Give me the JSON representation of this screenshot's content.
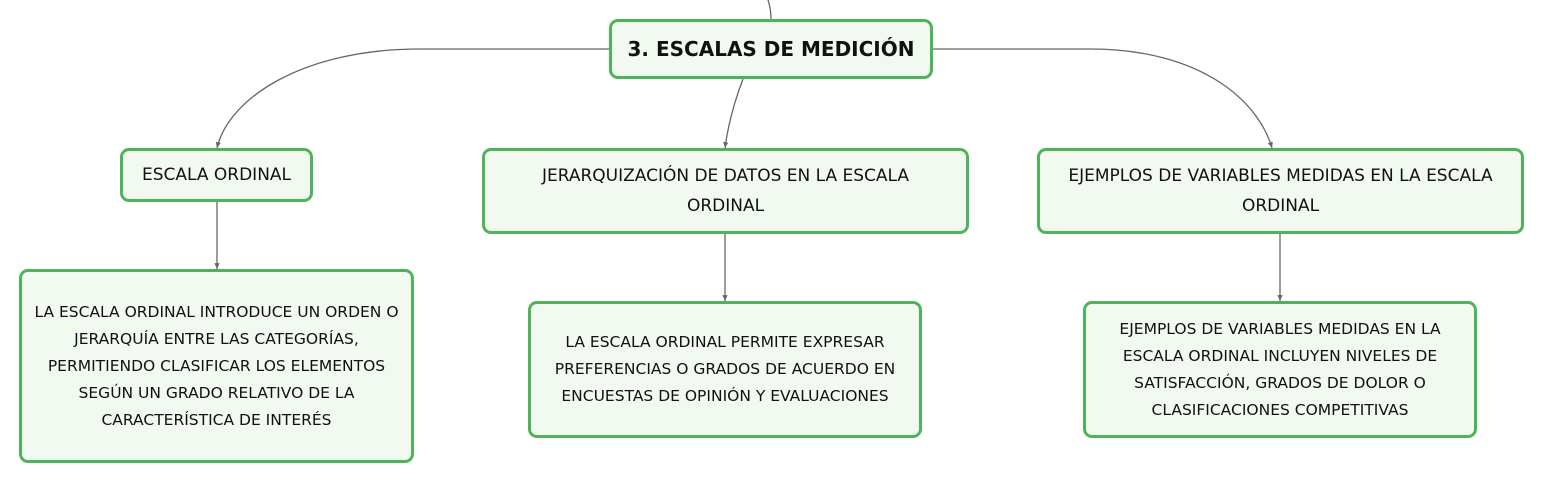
{
  "diagram": {
    "root": {
      "label": "3. ESCALAS DE MEDICIÓN"
    },
    "topics": [
      {
        "label": "ESCALA ORDINAL",
        "detail": "LA ESCALA ORDINAL INTRODUCE UN ORDEN O JERARQUÍA ENTRE LAS CATEGORÍAS, PERMITIENDO CLASIFICAR LOS ELEMENTOS SEGÚN UN GRADO RELATIVO DE LA CARACTERÍSTICA DE INTERÉS"
      },
      {
        "label": "JERARQUIZACIÓN DE DATOS EN LA ESCALA ORDINAL",
        "detail": "LA ESCALA ORDINAL PERMITE EXPRESAR PREFERENCIAS O GRADOS DE ACUERDO EN ENCUESTAS DE OPINIÓN Y EVALUACIONES"
      },
      {
        "label": "EJEMPLOS DE VARIABLES MEDIDAS EN LA ESCALA ORDINAL",
        "detail": "EJEMPLOS DE VARIABLES MEDIDAS EN LA ESCALA ORDINAL INCLUYEN NIVELES DE SATISFACCIÓN, GRADOS DE DOLOR O CLASIFICACIONES COMPETITIVAS"
      }
    ],
    "colors": {
      "node_border": "#4fb35a",
      "node_fill": "#f1f9f1",
      "connector": "#666666"
    }
  }
}
